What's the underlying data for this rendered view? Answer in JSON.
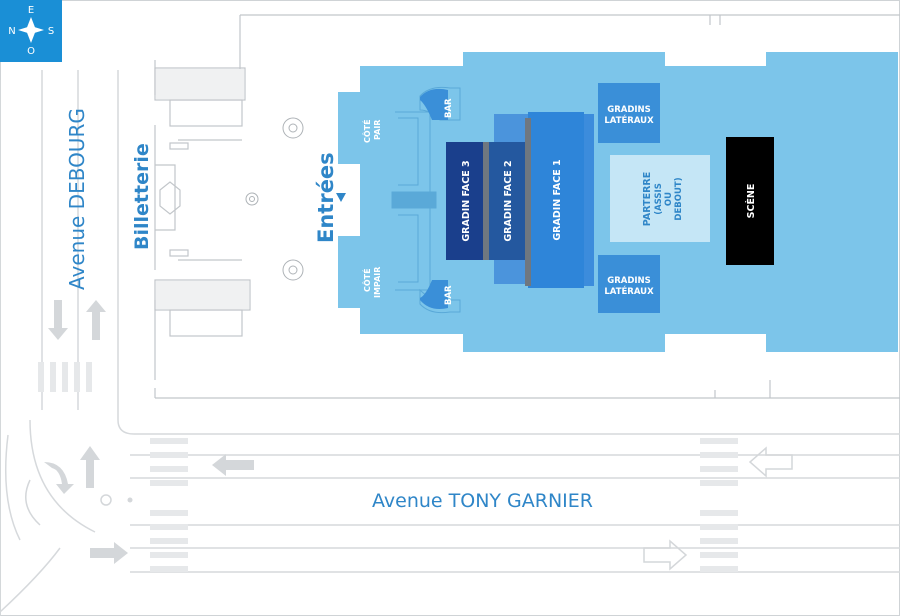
{
  "compass": {
    "n": "N",
    "e": "E",
    "s": "S",
    "o": "O"
  },
  "streets": {
    "avenue_debourg": "Avenue DEBOURG",
    "avenue_tony_garnier": "Avenue TONY GARNIER"
  },
  "labels": {
    "billetterie": "Billetterie",
    "entrees": "Entrées",
    "cote_pair_1": "CÔTÉ",
    "cote_pair_2": "PAIR",
    "cote_impair_1": "CÔTÉ",
    "cote_impair_2": "IMPAIR",
    "bar_top": "BAR",
    "bar_bottom": "BAR",
    "gradin_face_3": "GRADIN FACE 3",
    "gradin_face_2": "GRADIN FACE 2",
    "gradin_face_1": "GRADIN FACE 1",
    "gradins_lateraux_top_1": "GRADINS",
    "gradins_lateraux_top_2": "LATÉRAUX",
    "gradins_lateraux_bottom_1": "GRADINS",
    "gradins_lateraux_bottom_2": "LATÉRAUX",
    "parterre_1": "PARTERRE",
    "parterre_2": "(ASSIS",
    "parterre_3": "OU",
    "parterre_4": "DEBOUT)",
    "scene": "SCÈNE"
  },
  "colors": {
    "hall_light": "#7cc5ea",
    "stand_mid": "#3a8fd8",
    "face1": "#2e85d9",
    "face2": "#24589f",
    "face3": "#1a3f8c",
    "parterre": "#c5e6f6",
    "scene": "#000000",
    "street_text": "#2f86c8",
    "compass_bg": "#1a8fd6"
  }
}
